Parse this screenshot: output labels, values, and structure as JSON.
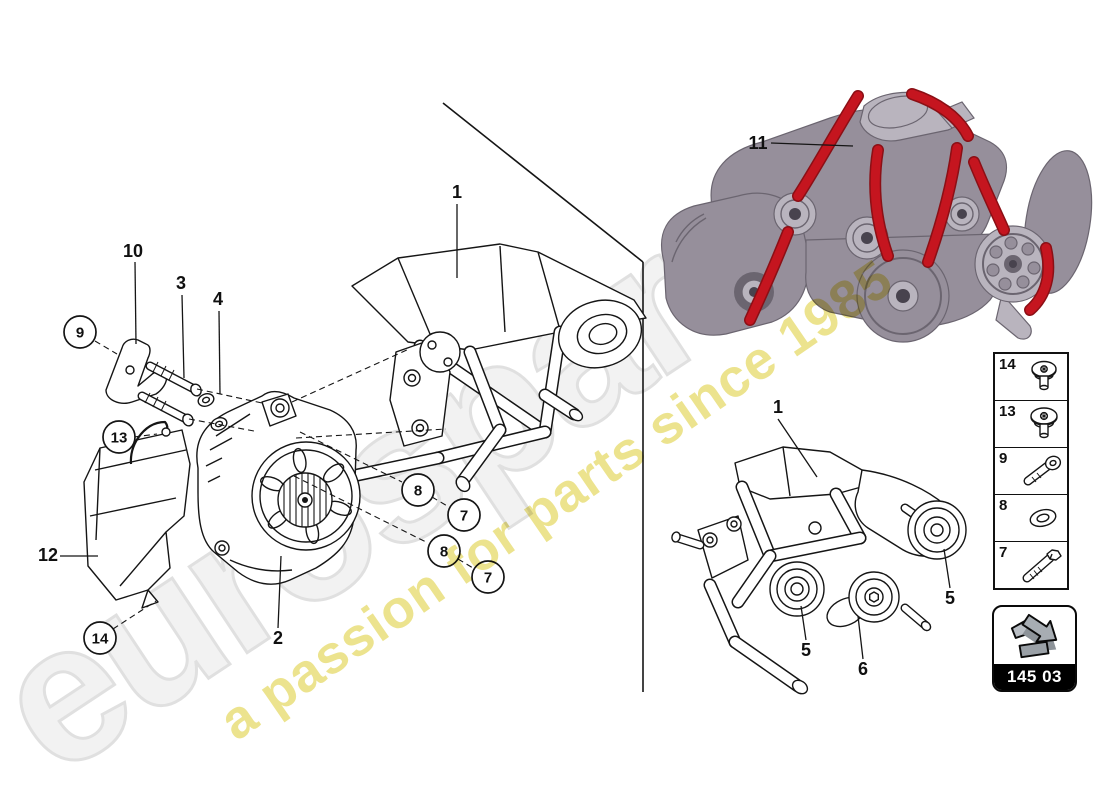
{
  "watermark": {
    "brand": "eurospares",
    "tagline": "a passion for parts since 1985"
  },
  "part_code_box": {
    "code": "145 03",
    "icon": "direction-arrow-icon"
  },
  "legend": {
    "items": [
      {
        "number": "14",
        "icon": "torx-screw-icon"
      },
      {
        "number": "13",
        "icon": "torx-screw-icon"
      },
      {
        "number": "9",
        "icon": "pan-head-bolt-icon"
      },
      {
        "number": "8",
        "icon": "washer-icon"
      },
      {
        "number": "7",
        "icon": "hex-bolt-icon"
      }
    ]
  },
  "callouts": {
    "left": {
      "c1": "1",
      "c2": "2",
      "c3": "3",
      "c4": "4",
      "c9": "9",
      "c10": "10",
      "c12": "12",
      "c13": "13",
      "c14": "14",
      "c8a": "8",
      "c7a": "7",
      "c8b": "8",
      "c7b": "7"
    },
    "right": {
      "c1": "1",
      "c5a": "5",
      "c5b": "5",
      "c6": "6"
    },
    "photo": {
      "c11": "11"
    }
  },
  "colors": {
    "line": "#151515",
    "belt_red": "#c5151f",
    "belt_dark": "#8b0f15",
    "metal_light": "#b9b4be",
    "metal_mid": "#968f9b",
    "metal_dark": "#6b6570",
    "metal_deep": "#48434e",
    "watermark_gray": "#f2f2f2",
    "watermark_gray_edge": "#e0e0e0",
    "watermark_yellow": "#e7dc72",
    "code_band_black": "#000000"
  }
}
